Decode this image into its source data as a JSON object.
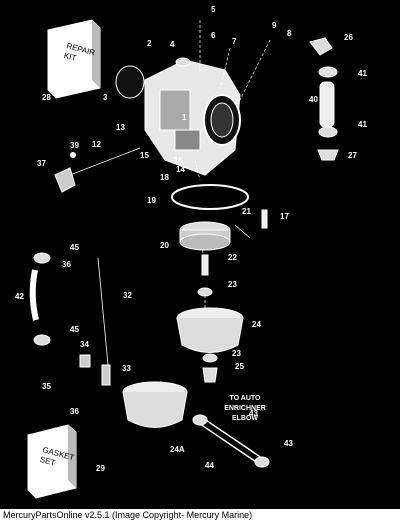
{
  "boxes": {
    "repair_kit": "REPAIR\nKIT",
    "gasket_set": "GASKET\nSET"
  },
  "note": [
    "TO AUTO",
    "ENRICHNER",
    "ELBOW"
  ],
  "callouts": [
    "5",
    "6",
    "7",
    "8",
    "9",
    "26",
    "2",
    "4",
    "41",
    "28",
    "3",
    "40",
    "1",
    "41",
    "13",
    "15",
    "16",
    "14",
    "18",
    "27",
    "37",
    "39",
    "12",
    "19",
    "21",
    "17",
    "20",
    "45",
    "36",
    "22",
    "32",
    "23",
    "42",
    "24",
    "45",
    "34",
    "23",
    "25",
    "35",
    "33",
    "43",
    "36",
    "24A",
    "43",
    "44",
    "29"
  ],
  "footer": "MercuryPartsOnline v2.5.1 (Image Copyright- Mercury Marine)"
}
